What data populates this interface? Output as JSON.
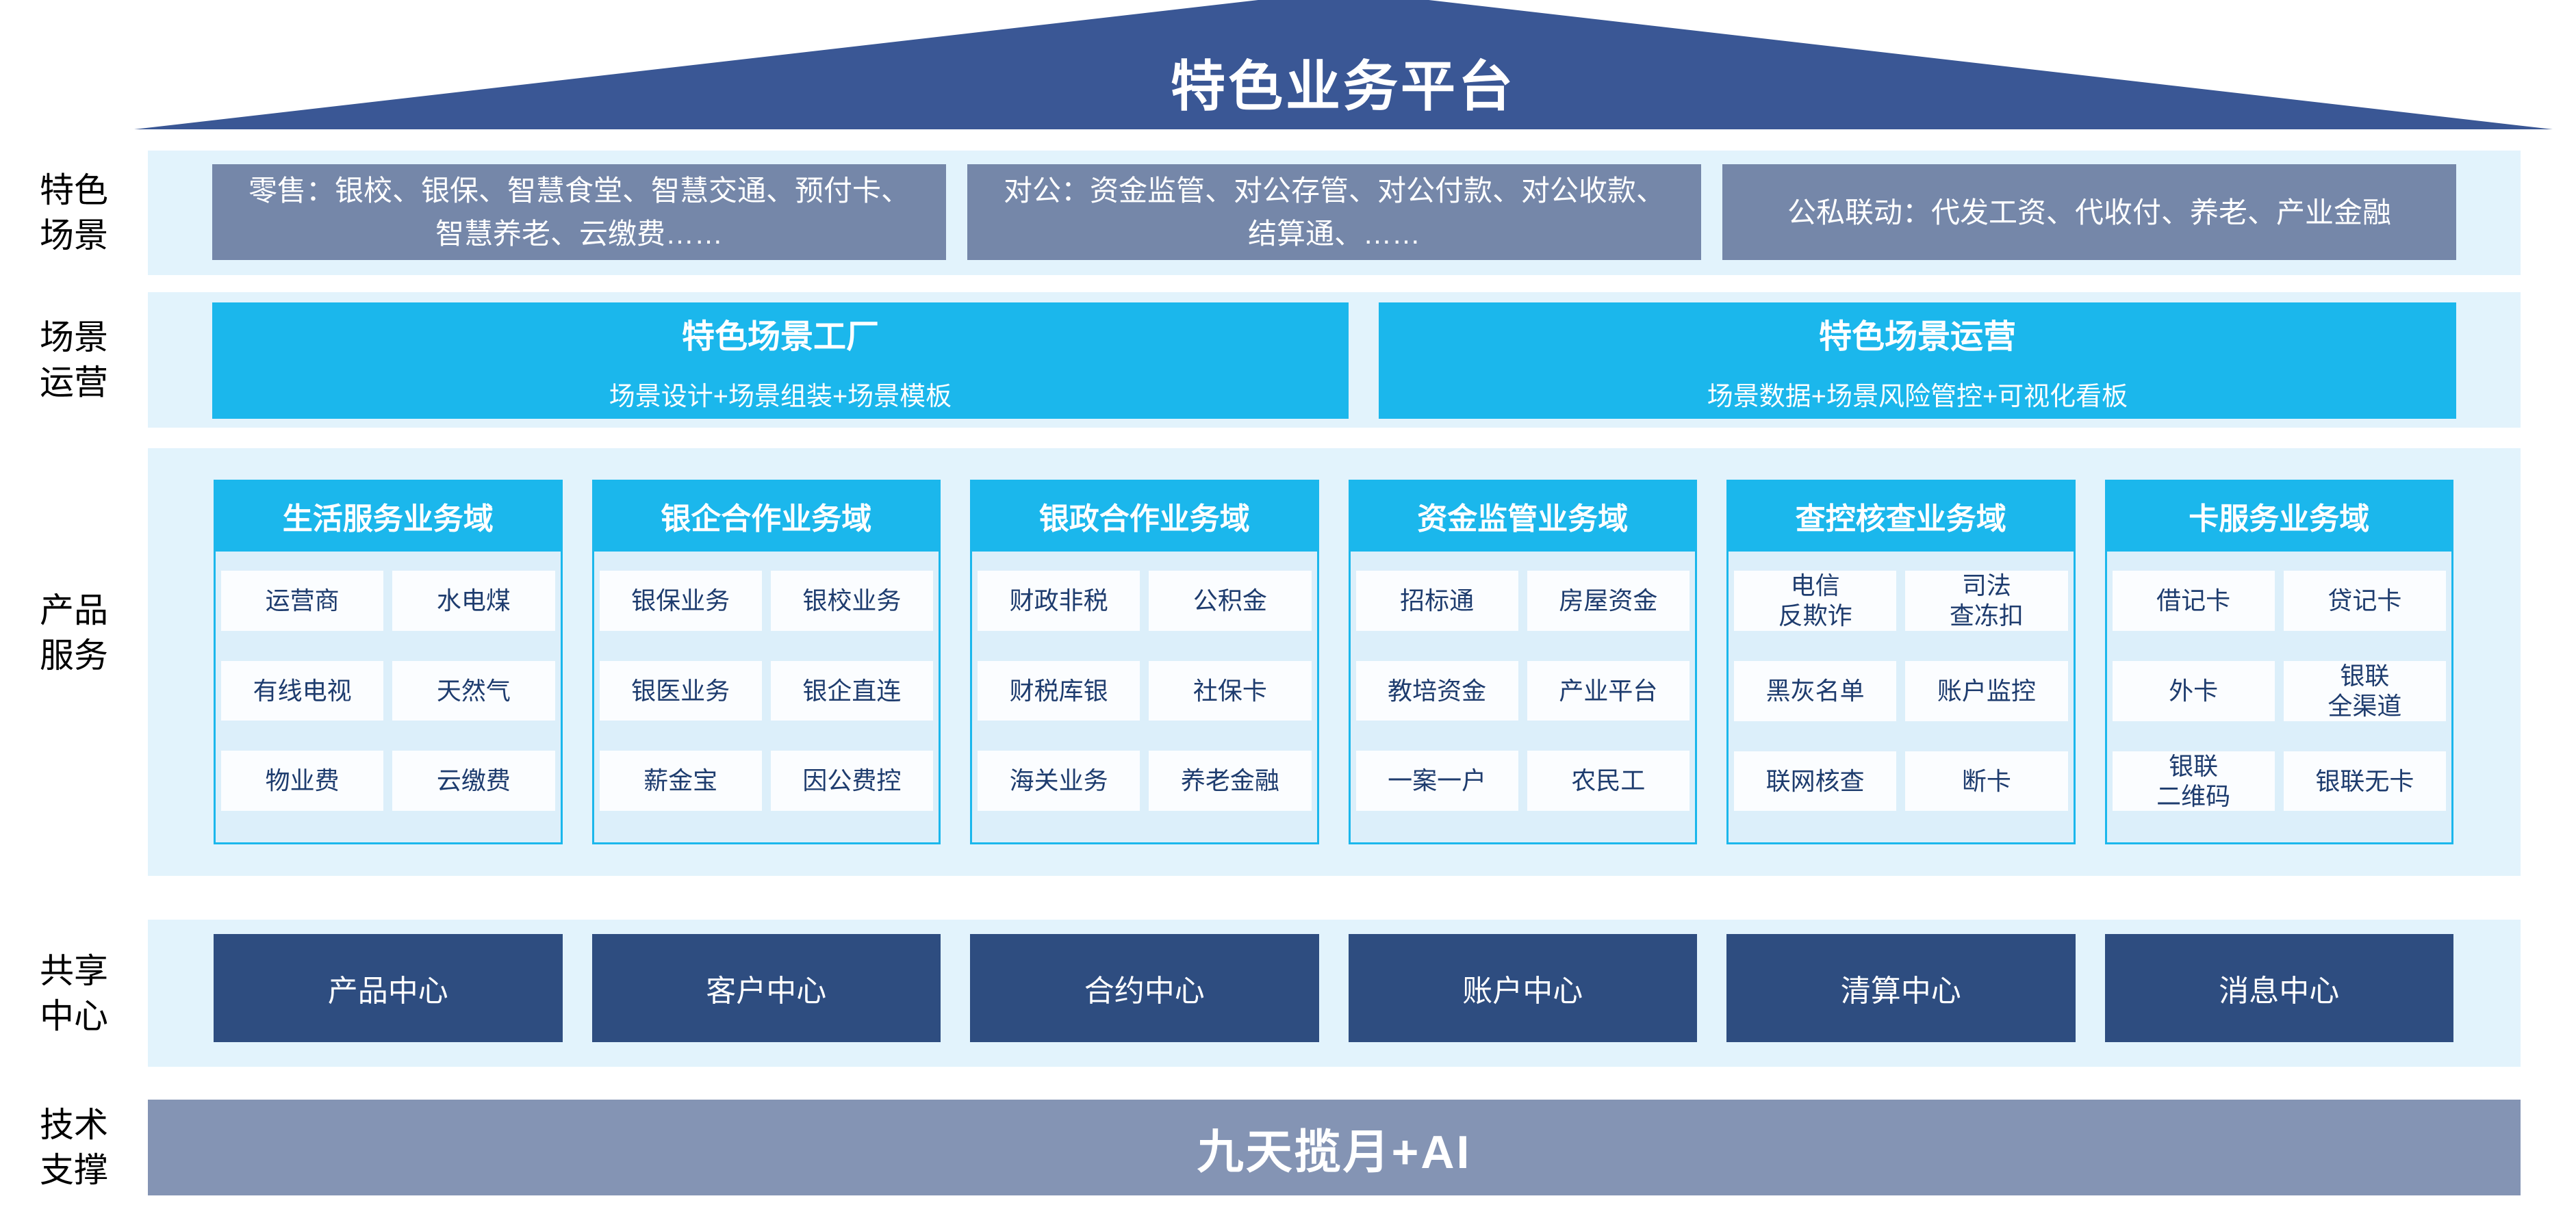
{
  "title": {
    "platform": "特色业务平台"
  },
  "sections": {
    "scene": {
      "label": "特色\n场景",
      "boxes": [
        "零售：银校、银保、智慧食堂、智慧交通、预付卡、智慧养老、云缴费……",
        "对公：资金监管、对公存管、对公付款、对公收款、结算通、……",
        "公私联动：代发工资、代收付、养老、产业金融"
      ]
    },
    "operation": {
      "label": "场景\n运营",
      "boxes": [
        {
          "title": "特色场景工厂",
          "subtitle": "场景设计+场景组装+场景模板"
        },
        {
          "title": "特色场景运营",
          "subtitle": "场景数据+场景风险管控+可视化看板"
        }
      ]
    },
    "product": {
      "label": "产品\n服务",
      "domains": [
        {
          "title": "生活服务业务域",
          "items": [
            "运营商",
            "水电煤",
            "有线电视",
            "天然气",
            "物业费",
            "云缴费"
          ]
        },
        {
          "title": "银企合作业务域",
          "items": [
            "银保业务",
            "银校业务",
            "银医业务",
            "银企直连",
            "薪金宝",
            "因公费控"
          ]
        },
        {
          "title": "银政合作业务域",
          "items": [
            "财政非税",
            "公积金",
            "财税库银",
            "社保卡",
            "海关业务",
            "养老金融"
          ]
        },
        {
          "title": "资金监管业务域",
          "items": [
            "招标通",
            "房屋资金",
            "教培资金",
            "产业平台",
            "一案一户",
            "农民工"
          ]
        },
        {
          "title": "查控核查业务域",
          "items": [
            "电信\n反欺诈",
            "司法\n查冻扣",
            "黑灰名单",
            "账户监控",
            "联网核查",
            "断卡"
          ]
        },
        {
          "title": "卡服务业务域",
          "items": [
            "借记卡",
            "贷记卡",
            "外卡",
            "银联\n全渠道",
            "银联\n二维码",
            "银联无卡"
          ]
        }
      ]
    },
    "share": {
      "label": "共享\n中心",
      "centers": [
        "产品中心",
        "客户中心",
        "合约中心",
        "账户中心",
        "清算中心",
        "消息中心"
      ]
    },
    "tech": {
      "label": "技术\n支撑",
      "bar": "九天揽月+AI"
    }
  },
  "colors": {
    "roof": "#3A5795",
    "gray_box": "#7587A9",
    "cyan": "#1BB7EC",
    "band": "#E2F3FC",
    "panel": "#DCEFFA",
    "item_bg": "#FBFDFF",
    "navy_text": "#1E3C6E",
    "center_box": "#2E4D80",
    "steel_bar": "#8494B4"
  }
}
